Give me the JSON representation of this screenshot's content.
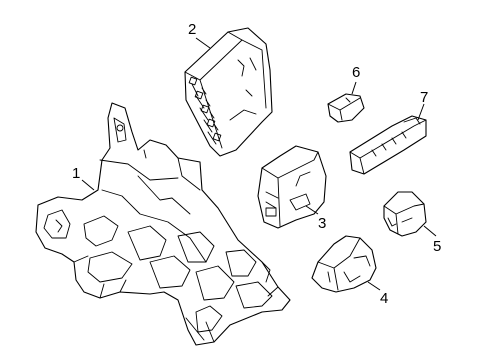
{
  "diagram": {
    "callouts": [
      {
        "id": 1,
        "label": "1"
      },
      {
        "id": 2,
        "label": "2"
      },
      {
        "id": 3,
        "label": "3"
      },
      {
        "id": 4,
        "label": "4"
      },
      {
        "id": 5,
        "label": "5"
      },
      {
        "id": 6,
        "label": "6"
      },
      {
        "id": 7,
        "label": "7"
      }
    ],
    "colors": {
      "line": "#000000",
      "background": "#ffffff"
    }
  }
}
